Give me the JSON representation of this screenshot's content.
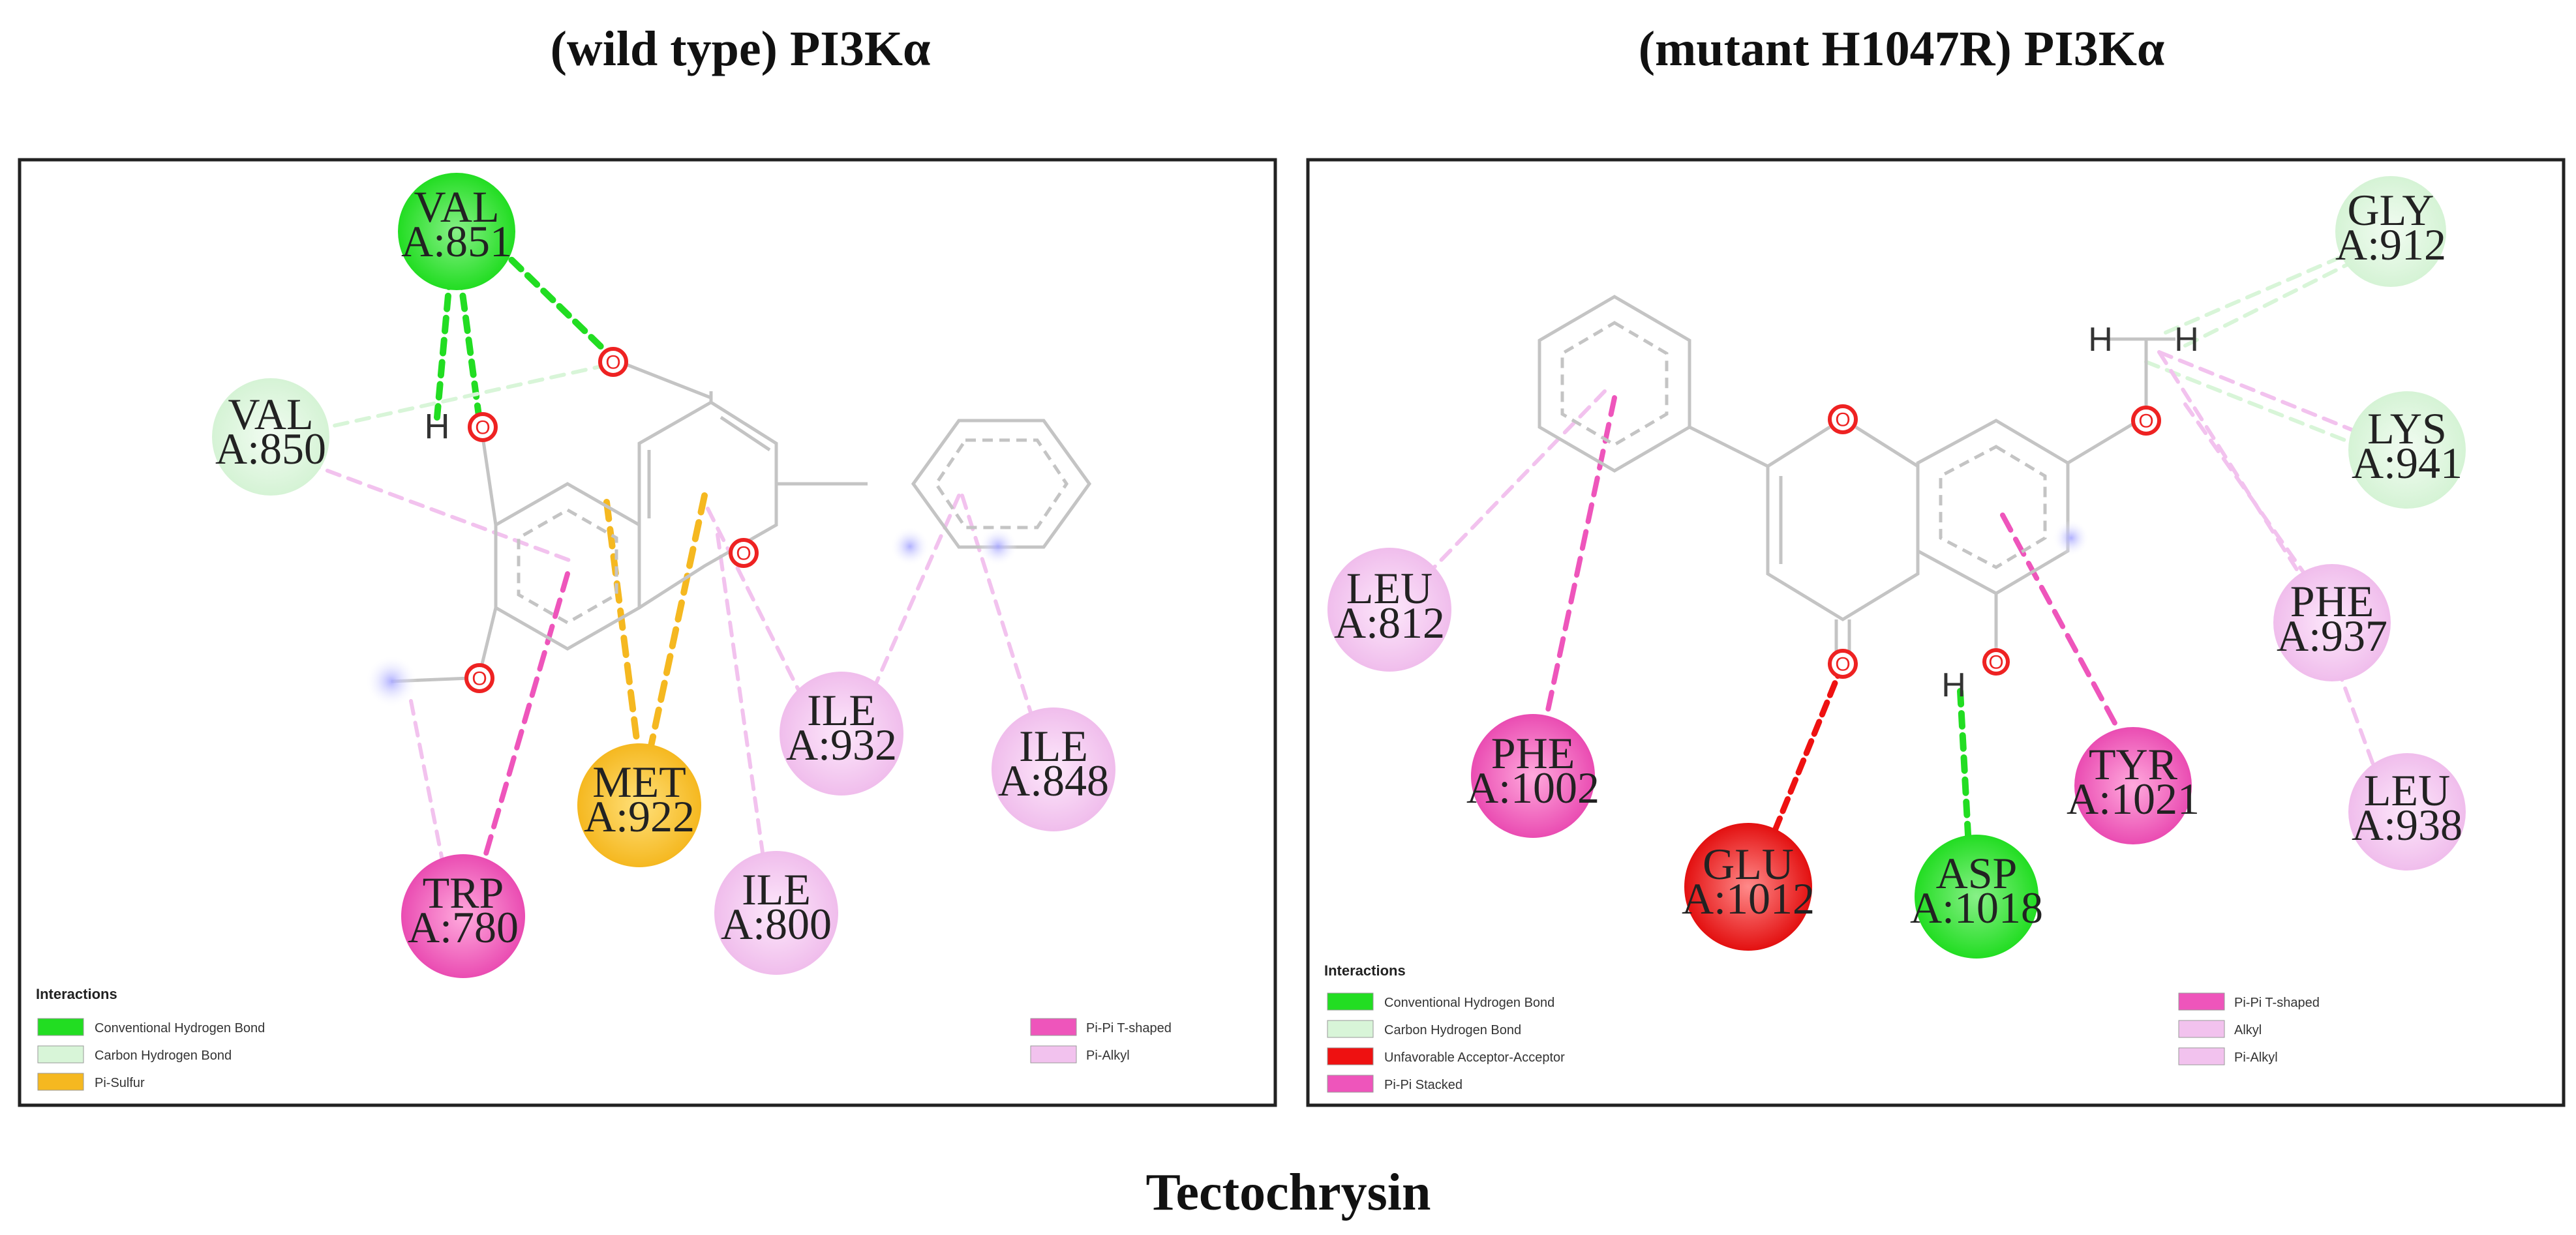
{
  "titles": {
    "left": "(wild type) PI3Kα",
    "right": "(mutant H1047R) PI3Kα",
    "bottom": "Tectochrysin"
  },
  "colors": {
    "conventional_h_bond": "#22dd22",
    "carbon_h_bond": "#d8f5d8",
    "pi_sulfur": "#f5b820",
    "unfavorable_acceptor_acceptor": "#ee1111",
    "pi_pi_stacked": "#ee55bb",
    "pi_pi_t_shaped": "#ee55bb",
    "alkyl": "#f2c2ee",
    "pi_alkyl": "#f2c2ee",
    "oxygen": "#ee2222",
    "bond": "#c4c4c4"
  },
  "legend_title": "Interactions",
  "left_panel": {
    "residues": [
      {
        "name": "VAL",
        "id": "A:851",
        "type": "conventional_h_bond"
      },
      {
        "name": "VAL",
        "id": "A:850",
        "type": "carbon_h_bond"
      },
      {
        "name": "MET",
        "id": "A:922",
        "type": "pi_sulfur"
      },
      {
        "name": "ILE",
        "id": "A:932",
        "type": "pi_alkyl"
      },
      {
        "name": "ILE",
        "id": "A:848",
        "type": "pi_alkyl"
      },
      {
        "name": "TRP",
        "id": "A:780",
        "type": "pi_pi_t_shaped"
      },
      {
        "name": "ILE",
        "id": "A:800",
        "type": "pi_alkyl"
      }
    ],
    "atom_labels": [
      "H",
      "O",
      "O",
      "O",
      "O"
    ],
    "legend": [
      {
        "label": "Conventional Hydrogen Bond",
        "color": "#22dd22"
      },
      {
        "label": "Carbon Hydrogen Bond",
        "color": "#d8f5d8"
      },
      {
        "label": "Pi-Sulfur",
        "color": "#f5b820"
      },
      {
        "label": "Pi-Pi T-shaped",
        "color": "#ee55bb"
      },
      {
        "label": "Pi-Alkyl",
        "color": "#f2c2ee"
      }
    ]
  },
  "right_panel": {
    "residues": [
      {
        "name": "GLY",
        "id": "A:912",
        "type": "carbon_h_bond"
      },
      {
        "name": "LYS",
        "id": "A:941",
        "type": "carbon_h_bond"
      },
      {
        "name": "LEU",
        "id": "A:812",
        "type": "pi_alkyl"
      },
      {
        "name": "PHE",
        "id": "A:937",
        "type": "pi_alkyl"
      },
      {
        "name": "PHE",
        "id": "A:1002",
        "type": "pi_pi_stacked"
      },
      {
        "name": "TYR",
        "id": "A:1021",
        "type": "pi_pi_t_shaped"
      },
      {
        "name": "LEU",
        "id": "A:938",
        "type": "alkyl"
      },
      {
        "name": "GLU",
        "id": "A:1012",
        "type": "unfavorable_acceptor_acceptor"
      },
      {
        "name": "ASP",
        "id": "A:1018",
        "type": "conventional_h_bond"
      }
    ],
    "atom_labels": [
      "H",
      "H",
      "H",
      "O",
      "O",
      "O",
      "O"
    ],
    "legend": [
      {
        "label": "Conventional Hydrogen Bond",
        "color": "#22dd22"
      },
      {
        "label": "Carbon Hydrogen Bond",
        "color": "#d8f5d8"
      },
      {
        "label": "Unfavorable Acceptor-Acceptor",
        "color": "#ee1111"
      },
      {
        "label": "Pi-Pi Stacked",
        "color": "#ee55bb"
      },
      {
        "label": "Pi-Pi T-shaped",
        "color": "#ee55bb"
      },
      {
        "label": "Alkyl",
        "color": "#f2c2ee"
      },
      {
        "label": "Pi-Alkyl",
        "color": "#f2c2ee"
      }
    ]
  }
}
